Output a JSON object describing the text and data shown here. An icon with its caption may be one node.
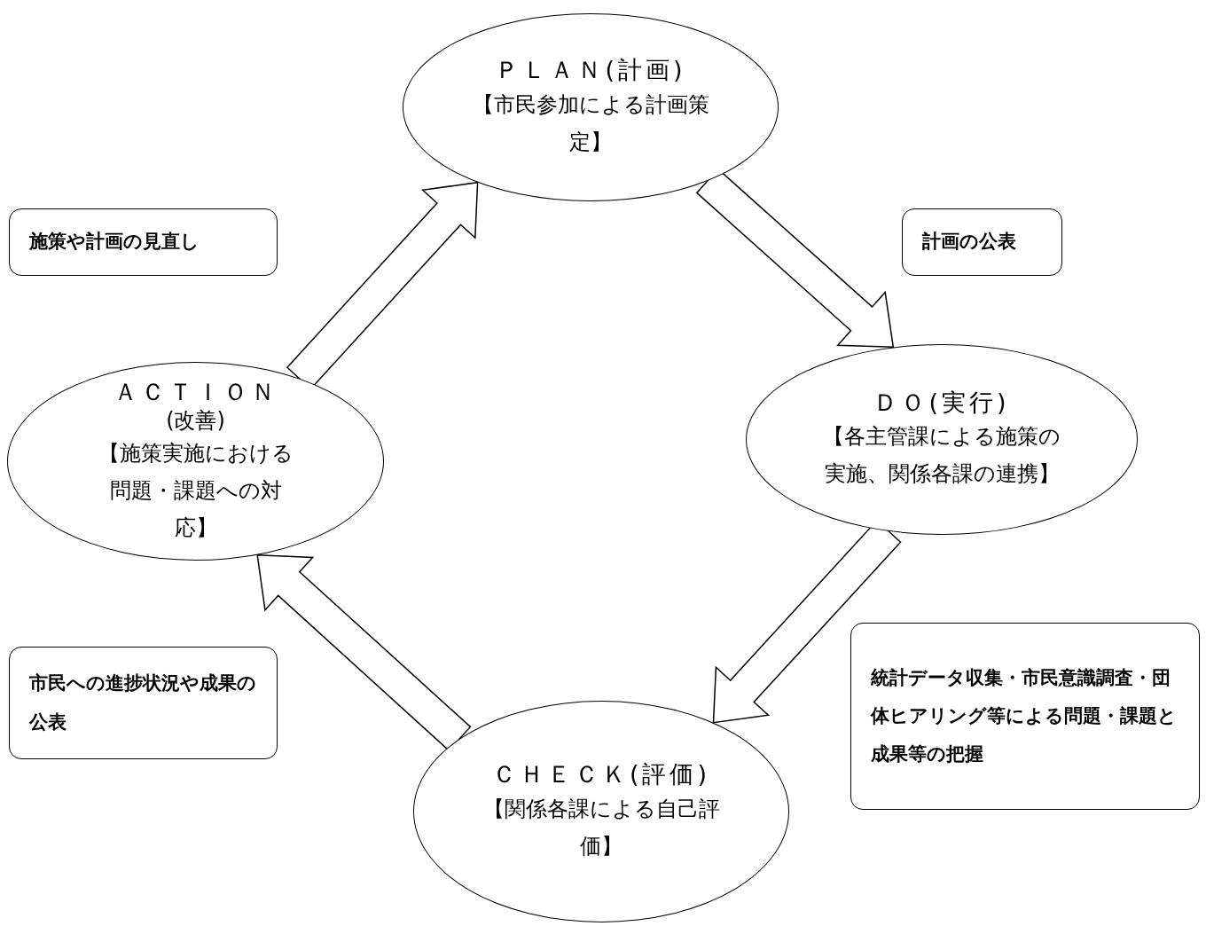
{
  "diagram": {
    "nodes": [
      {
        "text": [
          "ＰＬＡＮ(計画)",
          "【市民参加による計画策定】"
        ]
      },
      {
        "text": [
          "施策や計画の見直し"
        ]
      },
      {
        "text": [
          "計画の公表"
        ]
      },
      {
        "text": [
          "ＡＣＴＩＯＮ",
          "(改善)",
          "【施策実施における問題・課題への対応】"
        ]
      },
      {
        "text": [
          "ＤＯ(実行)",
          "【各主管課による施策の実施、関係各課の連携】"
        ]
      },
      {
        "text": [
          "統計データ収集・市民意識調査・団体ヒアリング等による問題・課題と成果等の把握"
        ]
      },
      {
        "text": [
          "市民への進捗状況や成果の公表"
        ]
      },
      {
        "text": [
          "ＣＨＥＣＫ(評価)",
          "【関係各課による自己評価】"
        ]
      }
    ],
    "edges": [
      {
        "from": 0,
        "to": 4,
        "arrow": "to"
      },
      {
        "from": 4,
        "to": 7,
        "arrow": "to"
      },
      {
        "from": 7,
        "to": 3,
        "arrow": "to"
      },
      {
        "from": 3,
        "to": 0,
        "arrow": "to"
      }
    ]
  }
}
